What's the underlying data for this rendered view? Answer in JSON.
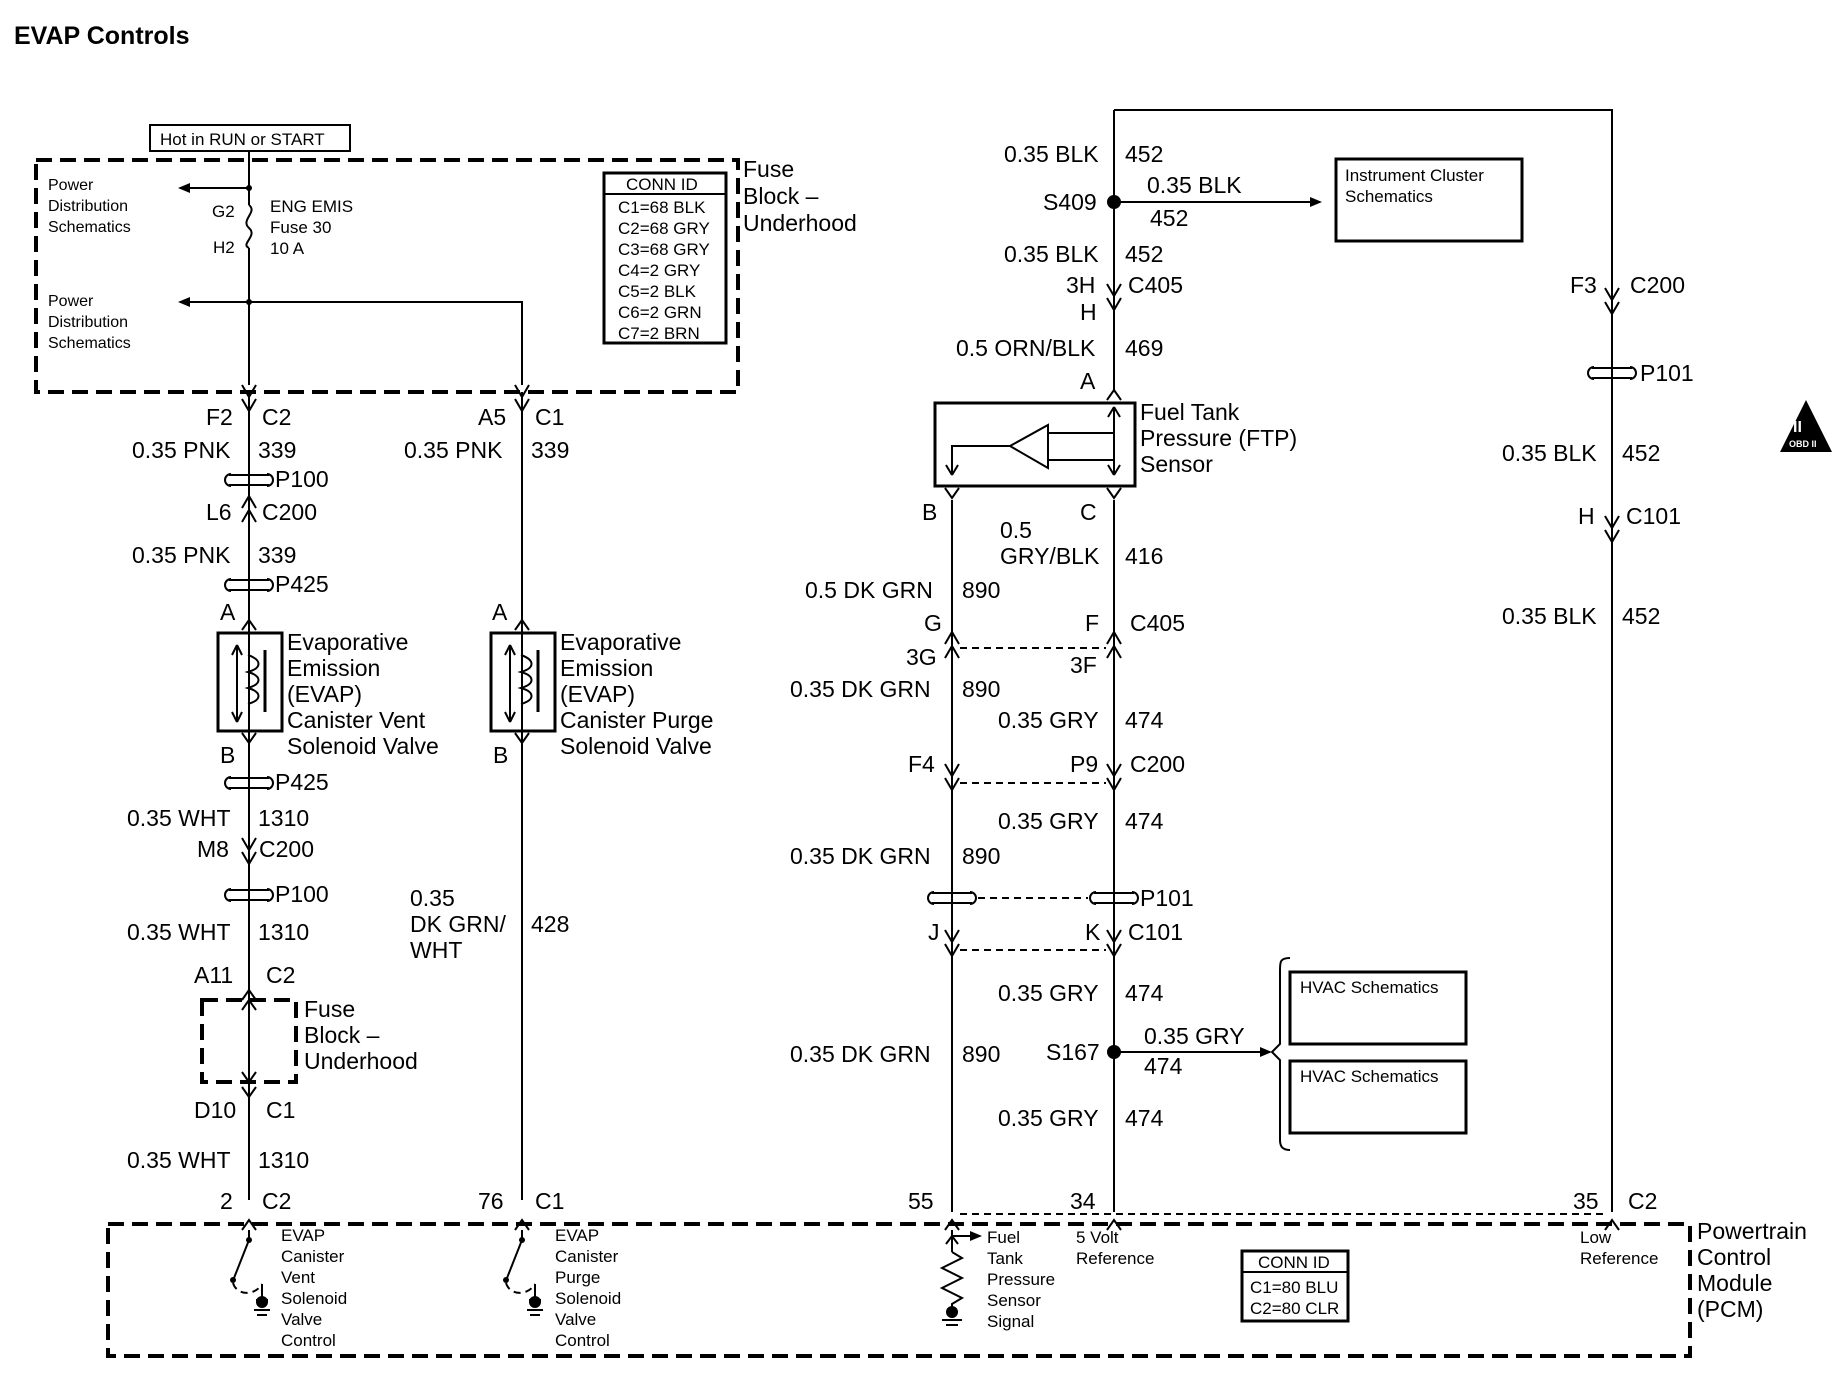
{
  "title": "EVAP Controls",
  "hot_label": "Hot in RUN or START",
  "fuse_block": {
    "name": [
      "Fuse",
      "Block –",
      "Underhood"
    ],
    "power_dist": [
      "Power",
      "Distribution",
      "Schematics"
    ],
    "fuse": [
      "ENG EMIS",
      "Fuse 30",
      "10 A"
    ],
    "g2": "G2",
    "h2": "H2",
    "conn_title": "CONN ID",
    "conn_rows": [
      "C1=68 BLK",
      "C2=68 GRY",
      "C3=68 GRY",
      "C4=2 GRY",
      "C5=2 BLK",
      "C6=2 GRN",
      "C7=2 BRN"
    ]
  },
  "vent_circuit": {
    "pins": [
      "F2",
      "C2",
      "L6",
      "C200",
      "A",
      "B",
      "M8",
      "C200",
      "A11",
      "C2",
      "D10",
      "C1",
      "2",
      "C2"
    ],
    "wires": [
      "0.35 PNK",
      "339",
      "0.35 PNK",
      "339",
      "0.35 WHT",
      "1310",
      "0.35 WHT",
      "1310",
      "0.35 WHT",
      "1310"
    ],
    "splices": [
      "P100",
      "P425",
      "P425",
      "P100"
    ],
    "component": [
      "Evaporative",
      "Emission",
      "(EVAP)",
      "Canister Vent",
      "Solenoid Valve"
    ],
    "fuse_block_small": [
      "Fuse",
      "Block –",
      "Underhood"
    ]
  },
  "purge_circuit": {
    "pins": [
      "A5",
      "C1",
      "A",
      "B",
      "76",
      "C1"
    ],
    "wires": [
      "0.35 PNK",
      "339",
      "0.35",
      "DK GRN/",
      "WHT",
      "428"
    ],
    "component": [
      "Evaporative",
      "Emission",
      "(EVAP)",
      "Canister Purge",
      "Solenoid Valve"
    ]
  },
  "ftp_circuit": {
    "top_wires": [
      "0.35 BLK",
      "452",
      "0.35 BLK",
      "452",
      "0.35 BLK",
      "452",
      "0.5 ORN/BLK",
      "469"
    ],
    "s409": "S409",
    "top_pins": [
      "3H",
      "C405",
      "H",
      "A"
    ],
    "cluster": [
      "Instrument Cluster",
      "Schematics"
    ],
    "sensor": [
      "Fuel Tank",
      "Pressure (FTP)",
      "Sensor"
    ],
    "sensor_pins": [
      "B",
      "C"
    ],
    "left_wires": [
      "0.5 DK GRN",
      "890",
      "0.35 DK GRN",
      "890",
      "0.35 DK GRN",
      "890",
      "0.35 DK GRN",
      "890"
    ],
    "right_wires": [
      "0.5",
      "GRY/BLK",
      "416",
      "0.35 GRY",
      "474",
      "0.35 GRY",
      "474",
      "0.35 GRY",
      "474",
      "0.35 GRY",
      "474"
    ],
    "mid_pins": [
      "G",
      "F",
      "C405",
      "3G",
      "3F",
      "F4",
      "P9",
      "C200",
      "P101",
      "J",
      "K",
      "C101"
    ],
    "s167": "S167",
    "s167_wire": [
      "0.35 GRY",
      "474"
    ],
    "hvac": [
      "HVAC Schematics",
      "HVAC Schematics"
    ],
    "pcm_pins": [
      "55",
      "34"
    ]
  },
  "low_ref_circuit": {
    "pins": [
      "F3",
      "C200",
      "P101",
      "H",
      "C101",
      "35",
      "C2"
    ],
    "wires": [
      "0.35 BLK",
      "452",
      "0.35 BLK",
      "452"
    ]
  },
  "pcm": {
    "name": [
      "Powertrain",
      "Control",
      "Module",
      "(PCM)"
    ],
    "vent_ctrl": [
      "EVAP",
      "Canister",
      "Vent",
      "Solenoid",
      "Valve",
      "Control"
    ],
    "purge_ctrl": [
      "EVAP",
      "Canister",
      "Purge",
      "Solenoid",
      "Valve",
      "Control"
    ],
    "ftp_signal": [
      "Fuel",
      "Tank",
      "Pressure",
      "Sensor",
      "Signal"
    ],
    "five_volt": [
      "5 Volt",
      "Reference"
    ],
    "low_ref": [
      "Low",
      "Reference"
    ],
    "conn_title": "CONN ID",
    "conn_rows": [
      "C1=80 BLU",
      "C2=80 CLR"
    ]
  },
  "badge": "OBD II"
}
